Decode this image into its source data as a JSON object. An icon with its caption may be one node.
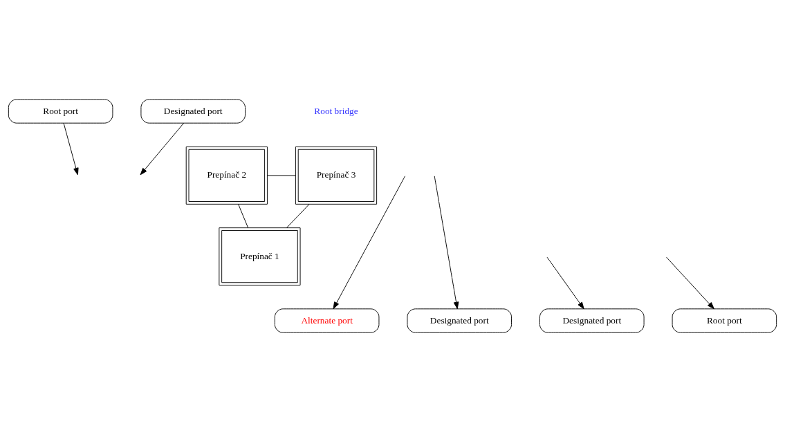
{
  "diagram": {
    "nodes": [
      {
        "text": [
          "Root port"
        ]
      },
      {
        "text": [
          "Designated port"
        ]
      },
      {
        "text": [
          "Prepínač 2"
        ]
      },
      {
        "text": [
          "Prepínač 3"
        ],
        "beside": [
          "Root bridge"
        ]
      },
      {
        "text": [
          "Alternate port"
        ]
      },
      {
        "text": [
          "Designated port"
        ]
      },
      {
        "text": [
          "Prepínač 1"
        ]
      },
      {
        "text": [
          "Designated port"
        ]
      },
      {
        "text": [
          "Root port"
        ]
      }
    ],
    "edges": [
      {
        "from": 2,
        "to": 3,
        "arrow": "none"
      },
      {
        "from": 2,
        "to": 6,
        "arrow": "none"
      },
      {
        "from": 3,
        "to": 6,
        "arrow": "none"
      },
      {
        "from": 0,
        "to": null,
        "arrow": "to"
      },
      {
        "from": 1,
        "to": null,
        "arrow": "to"
      },
      {
        "from": null,
        "to": 4,
        "arrow": "to"
      },
      {
        "from": null,
        "to": 5,
        "arrow": "to"
      },
      {
        "from": null,
        "to": 7,
        "arrow": "to"
      },
      {
        "from": null,
        "to": 8,
        "arrow": "to"
      }
    ]
  }
}
